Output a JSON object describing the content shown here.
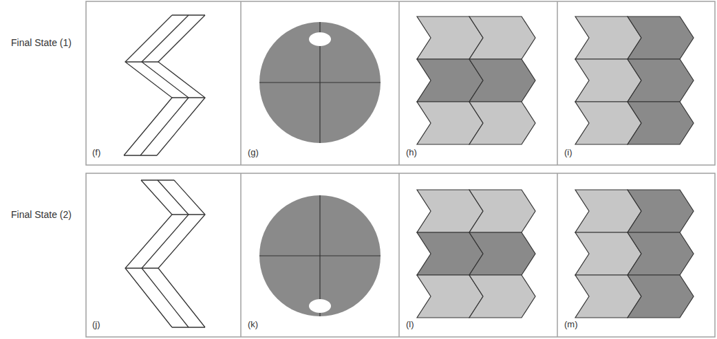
{
  "diagram": {
    "labels": [
      "Final State (1)",
      "(f)",
      "(g)",
      "(h)",
      "(i)",
      "Final State (2)",
      "(j)",
      "(k)",
      "(l)",
      "(m)"
    ]
  }
}
